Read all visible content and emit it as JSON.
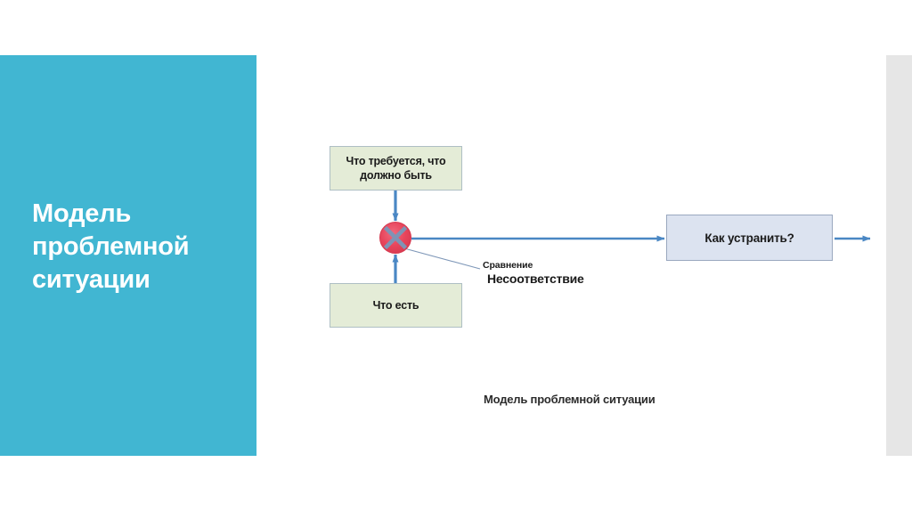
{
  "slide": {
    "title": "Модель\nпроблемной\nситуации",
    "title_color": "#ffffff",
    "panel_color": "#41b6d2",
    "background_color": "#ffffff",
    "right_band_color": "#e6e6e6"
  },
  "diagram": {
    "caption": "Модель проблемной ситуации",
    "nodes": [
      {
        "id": "required",
        "label": "Что требуется, что должно быть",
        "fill": "#e4ecd7",
        "stroke": "#aebfc4"
      },
      {
        "id": "actual",
        "label": "Что есть",
        "fill": "#e4ecd7",
        "stroke": "#aebfc4"
      },
      {
        "id": "comparator",
        "label": "",
        "fill": "#e8455c",
        "stroke": "#d43a50"
      },
      {
        "id": "howtofix",
        "label": "Как устранить?",
        "fill": "#dce3f0",
        "stroke": "#9aa8bf"
      }
    ],
    "edge_labels": [
      {
        "id": "mismatch",
        "label": "Несоответствие"
      },
      {
        "id": "comparison",
        "label": "Сравнение"
      }
    ],
    "arrow_color": "#4a87c4"
  }
}
